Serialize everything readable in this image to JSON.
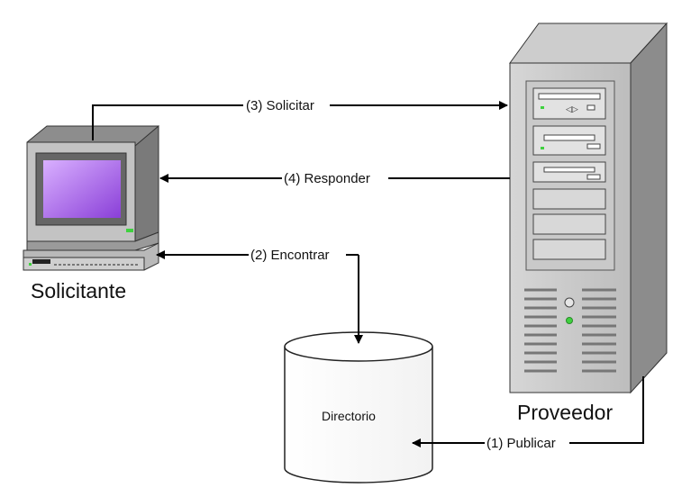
{
  "nodes": {
    "requester": {
      "label": "Solicitante"
    },
    "provider": {
      "label": "Proveedor"
    },
    "directory": {
      "label": "Directorio"
    }
  },
  "edges": {
    "publish": {
      "label": "(1) Publicar"
    },
    "find": {
      "label": "(2) Encontrar"
    },
    "request": {
      "label": "(3) Solicitar"
    },
    "respond": {
      "label": "(4) Responder"
    }
  }
}
